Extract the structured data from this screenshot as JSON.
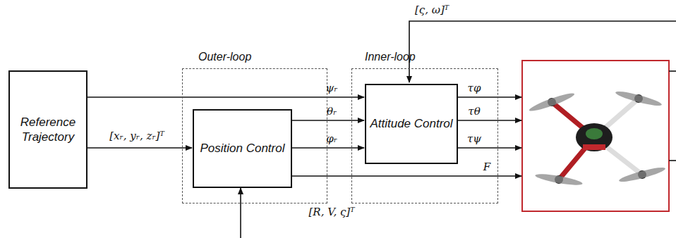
{
  "diagram": {
    "nodes": [
      {
        "text": [
          "Reference Trajectory"
        ]
      },
      {
        "text": [
          "Outer-loop"
        ]
      },
      {
        "text": [
          "Position Control"
        ],
        "in": 1
      },
      {
        "text": [
          "Inner-loop"
        ]
      },
      {
        "text": [
          "Attitude Control"
        ],
        "in": 3
      }
    ],
    "edges": [
      {
        "from": 0,
        "to": 4,
        "arrow": "to",
        "label": "ψᵣ"
      },
      {
        "from": 0,
        "to": 2,
        "arrow": "to",
        "label": "[xᵣ, yᵣ, zᵣ]ᵀ"
      },
      {
        "from": 2,
        "to": 4,
        "arrow": "to",
        "label": "θᵣ"
      },
      {
        "from": 2,
        "to": 4,
        "arrow": "to",
        "label": "φᵣ"
      }
    ],
    "labels": [
      "τφ",
      "τθ",
      "τψ",
      "F",
      "[ς, ω]ᵀ",
      "[R, V, ς]ᵀ"
    ]
  }
}
